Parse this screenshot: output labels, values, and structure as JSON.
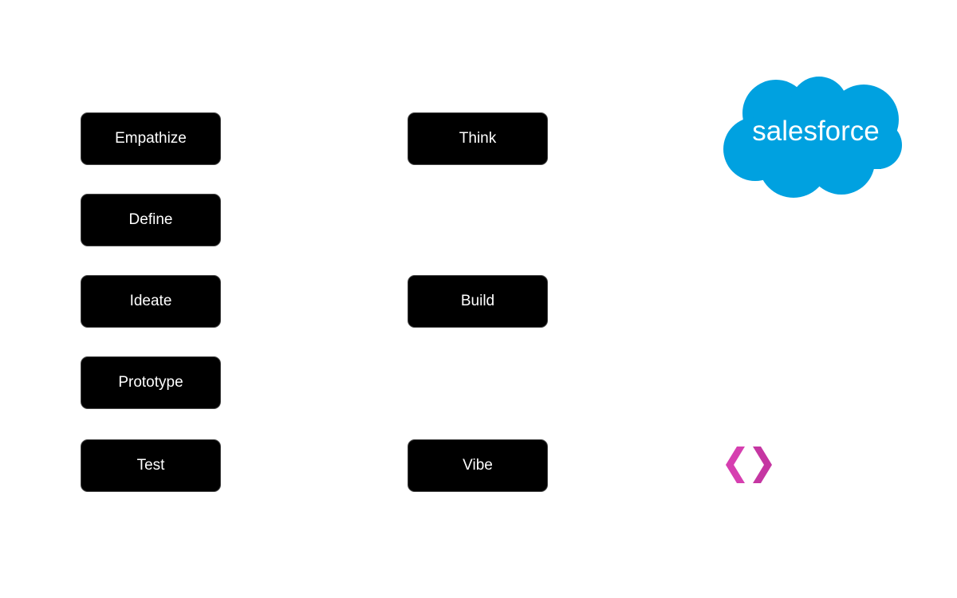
{
  "left_column": [
    {
      "label": "Empathize"
    },
    {
      "label": "Define"
    },
    {
      "label": "Ideate"
    },
    {
      "label": "Prototype"
    },
    {
      "label": "Test"
    }
  ],
  "middle_column": [
    {
      "label": "Think"
    },
    {
      "label": "Build"
    },
    {
      "label": "Vibe"
    }
  ],
  "logos": {
    "salesforce": {
      "text": "salesforce",
      "color": "#00a1e0",
      "text_color": "#ffffff"
    },
    "code_brackets": {
      "color": "#d63fb0"
    }
  }
}
